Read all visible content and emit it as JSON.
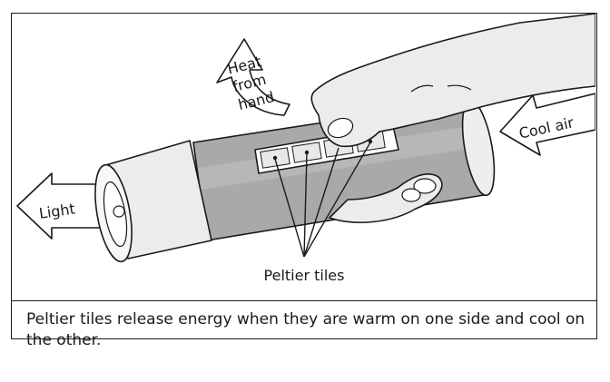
{
  "labels": {
    "heat_line1": "Heat",
    "heat_line2": "from",
    "heat_line3": "hand",
    "light": "Light",
    "cool_air": "Cool air",
    "peltier_tiles": "Peltier tiles"
  },
  "caption": "Peltier tiles release energy when they are warm on one side and cool on the other."
}
